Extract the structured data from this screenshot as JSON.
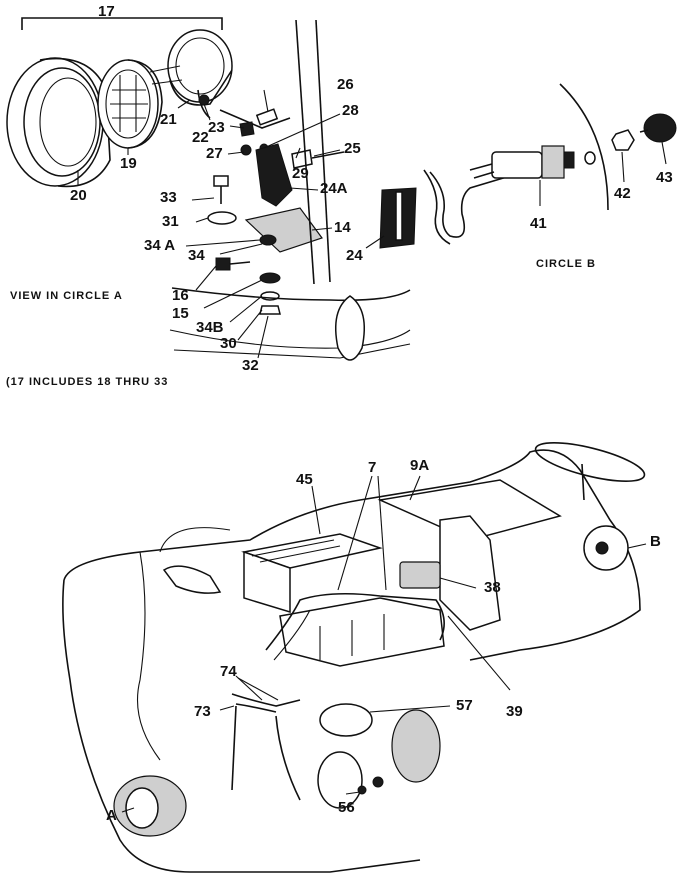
{
  "circle_a": {
    "caption": "VIEW IN CIRCLE A",
    "note": "(17 INCLUDES 18 THRU  33",
    "labels": [
      "17",
      "20",
      "19",
      "21",
      "22",
      "23",
      "26",
      "28",
      "27",
      "25",
      "29",
      "24A",
      "33",
      "31",
      "34 A",
      "34",
      "14",
      "16",
      "15",
      "34B",
      "30",
      "32",
      "24"
    ]
  },
  "circle_b": {
    "caption": "CIRCLE B",
    "labels": [
      "41",
      "42",
      "43"
    ]
  },
  "main_view": {
    "labels": [
      "7",
      "9A",
      "45",
      "B",
      "38",
      "39",
      "57",
      "74",
      "73",
      "A",
      "56"
    ]
  }
}
